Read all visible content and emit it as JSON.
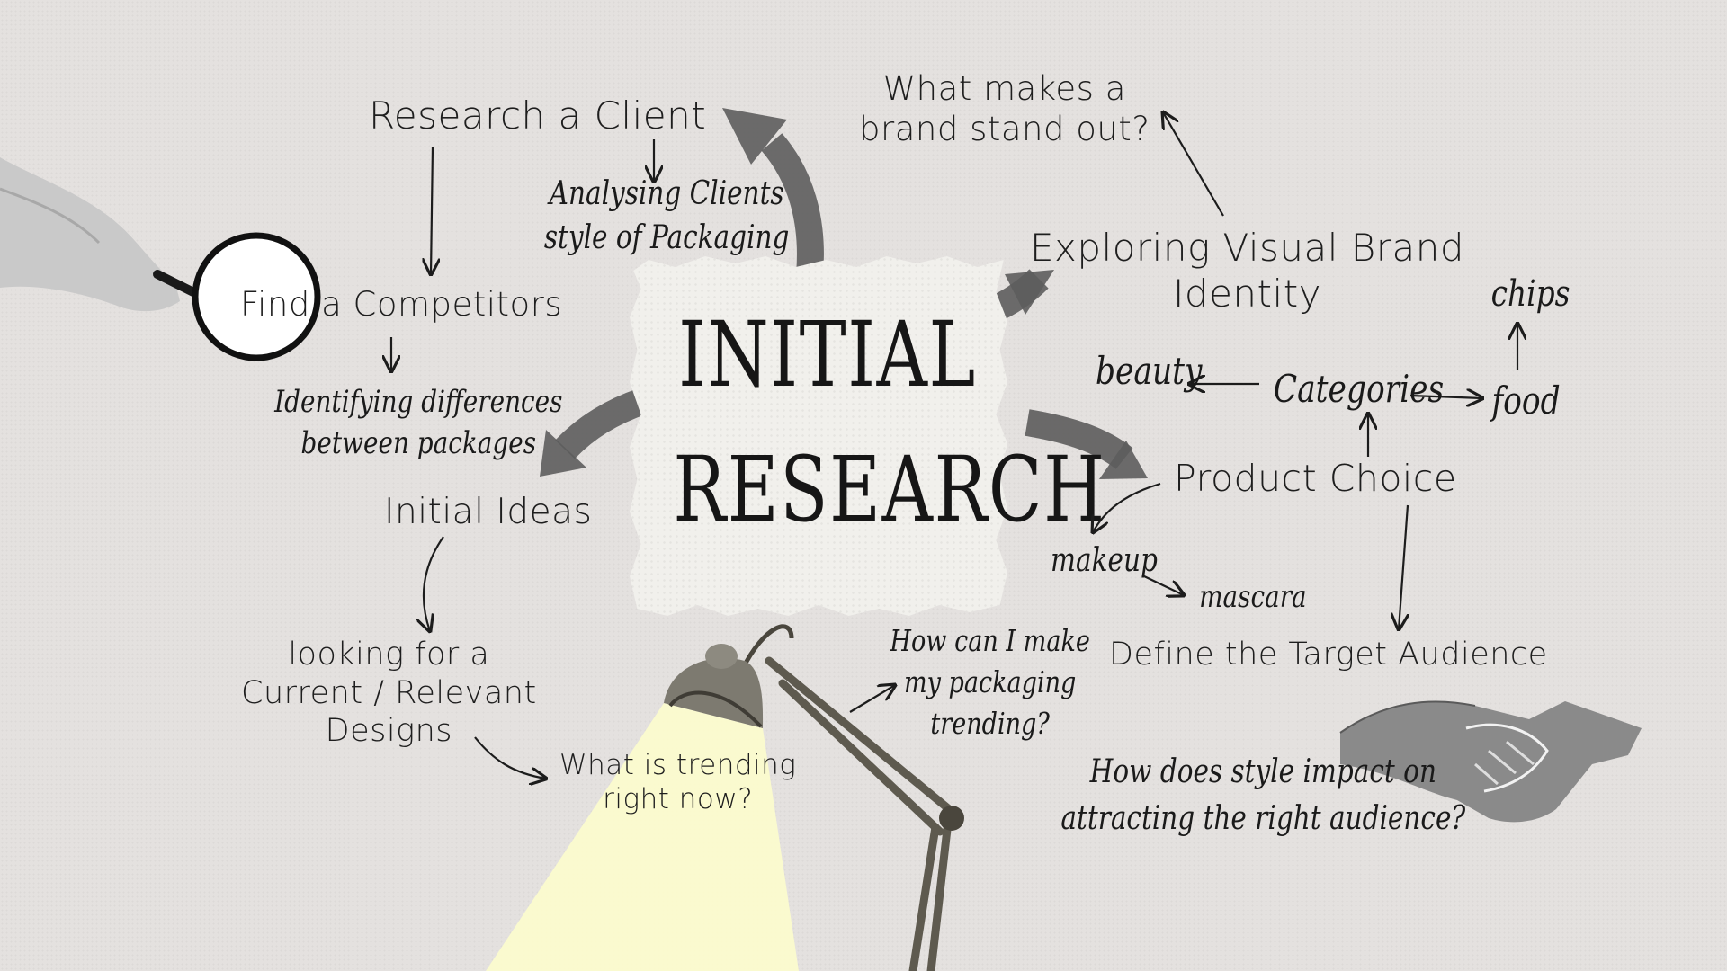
{
  "title": {
    "line1": "INITIAL",
    "line2": "RESEARCH"
  },
  "nodes": {
    "research_client": "Research a Client",
    "analysing": {
      "line1": "Analysing Clients",
      "line2": "style of Packaging"
    },
    "brand_stand_out": {
      "line1": "What makes a",
      "line2": "brand stand out?"
    },
    "visual_identity": {
      "line1": "Exploring Visual Brand",
      "line2": "Identity"
    },
    "competitors": "Find a Competitors",
    "differences": {
      "line1": "Identifying differences",
      "line2": "between packages"
    },
    "initial_ideas": "Initial Ideas",
    "looking_for": {
      "line1": "looking for a",
      "line2": "Current / Relevant",
      "line3": "Designs"
    },
    "trending_now": {
      "line1": "What is trending",
      "line2": "right now?"
    },
    "packaging_trending": {
      "line1": "How can I make",
      "line2": "my packaging",
      "line3": "trending?"
    },
    "categories": "Categories",
    "beauty": "beauty",
    "food": "food",
    "chips": "chips",
    "product_choice": "Product Choice",
    "makeup": "makeup",
    "mascara": "mascara",
    "target_audience": "Define the Target Audience",
    "style_impact": {
      "line1": "How does style impact on",
      "line2": "attracting the right audience?"
    }
  },
  "colors": {
    "background": "#e4e1df",
    "paper": "#f1f0ec",
    "lamp_light": "#fbfbcd",
    "thick_arrow": "#5d5d5d",
    "ink": "#1c1c1c"
  },
  "decorations": {
    "magnifier": "magnifying-glass-icon",
    "lamp": "desk-lamp-icon",
    "handshake": "handshake-icon"
  }
}
